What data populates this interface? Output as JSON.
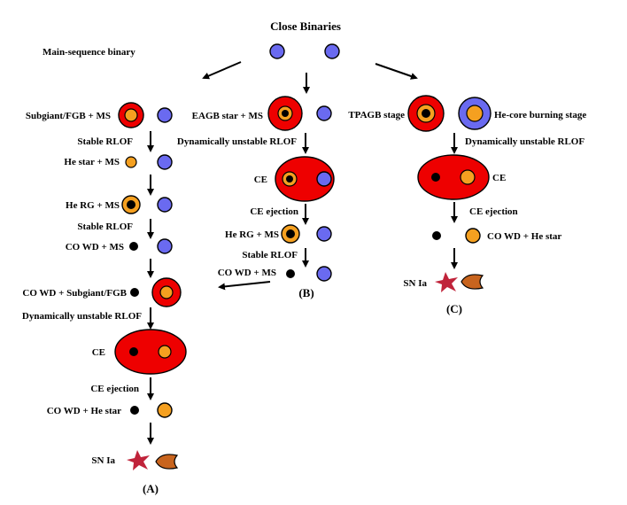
{
  "title": "Close Binaries",
  "colors": {
    "ms_star": "#6a6af0",
    "envelope": "#ee0000",
    "core": "#f5a020",
    "wd": "#000000",
    "sn": "#c0233a",
    "donor_remnant": "#c8641e"
  },
  "top_labels": {
    "main_sequence": "Main-sequence  binary"
  },
  "channel_a": {
    "panel": "(A)",
    "labels": [
      "Subgiant/FGB + MS",
      "Stable RLOF",
      "He star + MS",
      "He RG + MS",
      "Stable RLOF",
      "CO WD + MS",
      "CO WD + Subgiant/FGB",
      "Dynamically unstable RLOF",
      "CE",
      "CE ejection",
      "CO WD + He star",
      "SN Ia"
    ]
  },
  "channel_b": {
    "panel": "(B)",
    "labels": [
      "EAGB star + MS",
      "Dynamically unstable RLOF",
      "CE",
      "CE ejection",
      "He RG + MS",
      "Stable RLOF",
      "CO WD + MS"
    ]
  },
  "channel_c": {
    "panel": "(C)",
    "labels": [
      "TPAGB stage",
      "He-core burning stage",
      "Dynamically unstable RLOF",
      "CE",
      "CE ejection",
      "CO WD + He star",
      "SN Ia"
    ]
  },
  "icons": [
    "ms-star-icon",
    "giant-star-icon",
    "white-dwarf-icon",
    "common-envelope-icon",
    "supernova-icon",
    "remnant-icon",
    "arrow-icon"
  ]
}
